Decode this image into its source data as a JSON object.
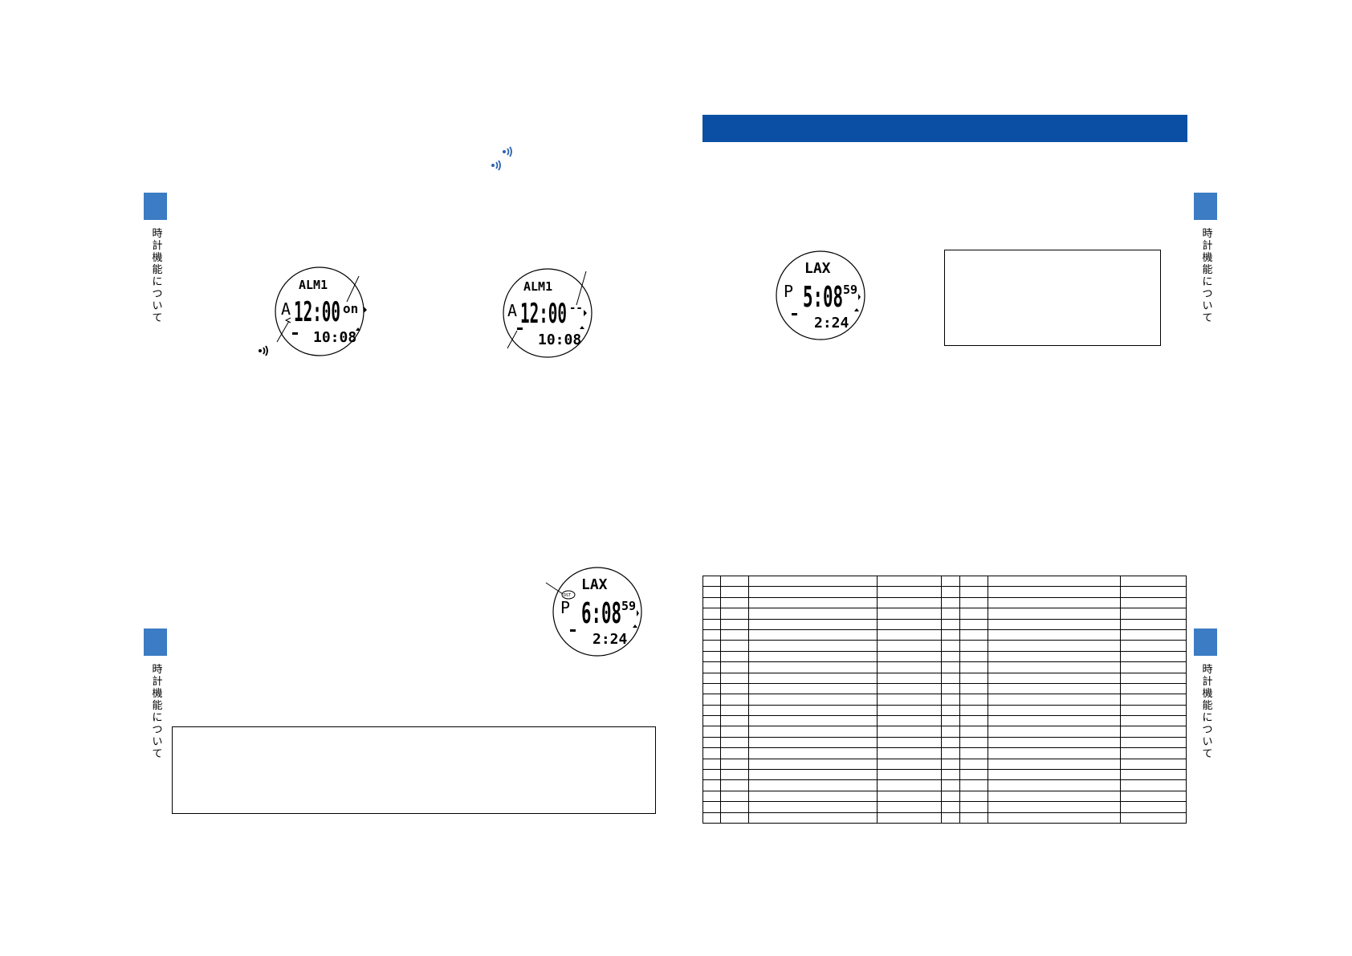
{
  "left_page": {
    "side_tab_label_top": "時計機能について",
    "side_tab_label_bottom": "時計機能について",
    "watch_alarm_on": {
      "top": "ALM1",
      "mode": "A",
      "time": "12:00",
      "state": "on",
      "sub": "10:08"
    },
    "watch_alarm_off": {
      "top": "ALM1",
      "mode": "A",
      "time": "12:00",
      "state": "--",
      "sub": "10:08"
    },
    "watch_dst": {
      "city": "LAX",
      "ampm": "P",
      "time": "6:08",
      "seconds": "59",
      "sub": "2:24",
      "badge": "DST"
    }
  },
  "right_page": {
    "side_tab_label_top": "時計機能について",
    "side_tab_label_bottom": "時計機能について",
    "watch_city": {
      "city": "LAX",
      "ampm": "P",
      "time": "5:08",
      "seconds": "59",
      "sub": "2:24"
    },
    "table": {
      "rows": 23,
      "columns": 8
    }
  },
  "colors": {
    "banner": "#0a4fa3",
    "tab": "#3b7cc4",
    "icon": "#2a63b0"
  },
  "icons": [
    "sound-icon",
    "sound-icon",
    "sound-icon"
  ]
}
